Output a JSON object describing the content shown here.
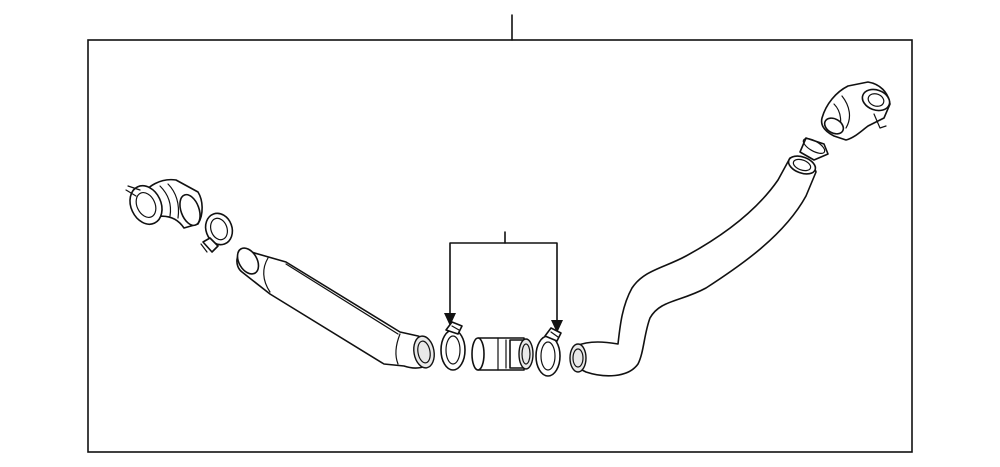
{
  "diagram": {
    "title": "",
    "parts": [
      {
        "name": "left-elbow-connector"
      },
      {
        "name": "left-hose-clamp"
      },
      {
        "name": "left-coolant-hose"
      },
      {
        "name": "center-hose-clamp-left"
      },
      {
        "name": "center-pipe-connector"
      },
      {
        "name": "center-hose-clamp-right"
      },
      {
        "name": "right-coolant-hose"
      },
      {
        "name": "right-seal-ring"
      },
      {
        "name": "right-elbow-connector"
      }
    ],
    "callouts": [
      {
        "name": "main-assembly-callout",
        "label": ""
      },
      {
        "name": "clamp-callout",
        "label": ""
      }
    ],
    "line_color": "#111111",
    "background_color": "#ffffff"
  }
}
